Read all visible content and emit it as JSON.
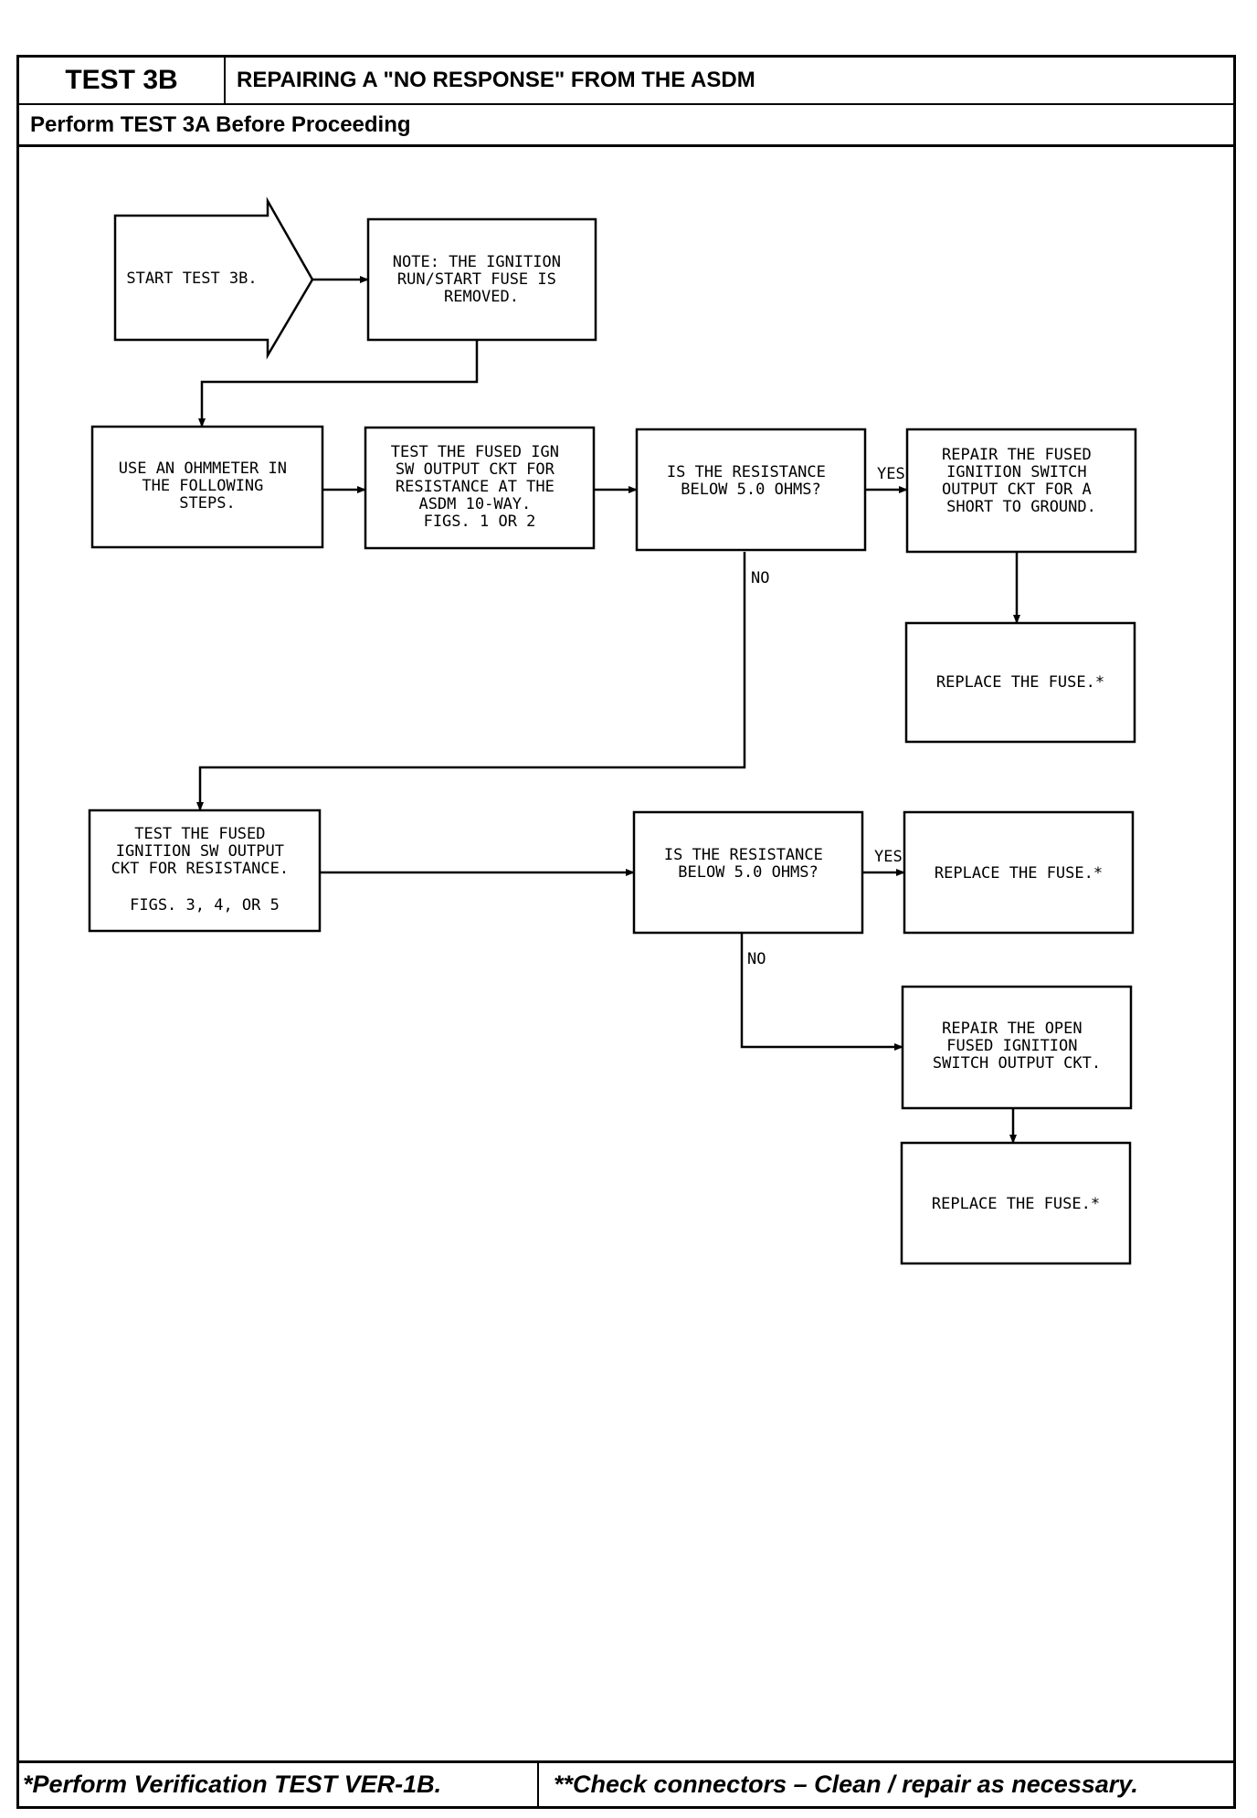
{
  "header": {
    "test_id": "TEST 3B",
    "title": "REPAIRING A \"NO RESPONSE\" FROM THE ASDM",
    "subtitle": "Perform TEST 3A Before Proceeding"
  },
  "flowchart": {
    "start": "START TEST 3B.",
    "note": [
      "NOTE: THE IGNITION",
      "RUN/START FUSE IS",
      "REMOVED."
    ],
    "ohmmeter": [
      "USE AN OHMMETER IN",
      "THE FOLLOWING",
      "STEPS."
    ],
    "test_fused_ign_10way": [
      "TEST THE FUSED IGN",
      "SW OUTPUT CKT FOR",
      "RESISTANCE AT THE",
      "ASDM 10-WAY.",
      "FIGS. 1 OR 2"
    ],
    "question_1": [
      "IS THE RESISTANCE",
      "BELOW 5.0 OHMS?"
    ],
    "yes_1": "YES",
    "repair_short": [
      "REPAIR THE FUSED",
      "IGNITION SWITCH",
      "OUTPUT CKT FOR A",
      "SHORT TO GROUND."
    ],
    "replace_fuse_1": "REPLACE THE FUSE.*",
    "no_1": "NO",
    "test_fused_ign_figs": [
      "TEST THE FUSED",
      "IGNITION SW OUTPUT",
      "CKT FOR RESISTANCE."
    ],
    "test_fused_ign_figs_ref": "FIGS. 3, 4, OR 5",
    "question_2": [
      "IS THE RESISTANCE",
      "BELOW 5.0 OHMS?"
    ],
    "yes_2": "YES",
    "replace_fuse_2": "REPLACE THE FUSE.*",
    "no_2": "NO",
    "repair_open": [
      "REPAIR THE OPEN",
      "FUSED IGNITION",
      "SWITCH OUTPUT CKT."
    ],
    "replace_fuse_3": "REPLACE THE FUSE.*"
  },
  "footer": {
    "left": "*Perform Verification TEST VER-1B.",
    "right": "**Check connectors – Clean / repair as necessary."
  }
}
